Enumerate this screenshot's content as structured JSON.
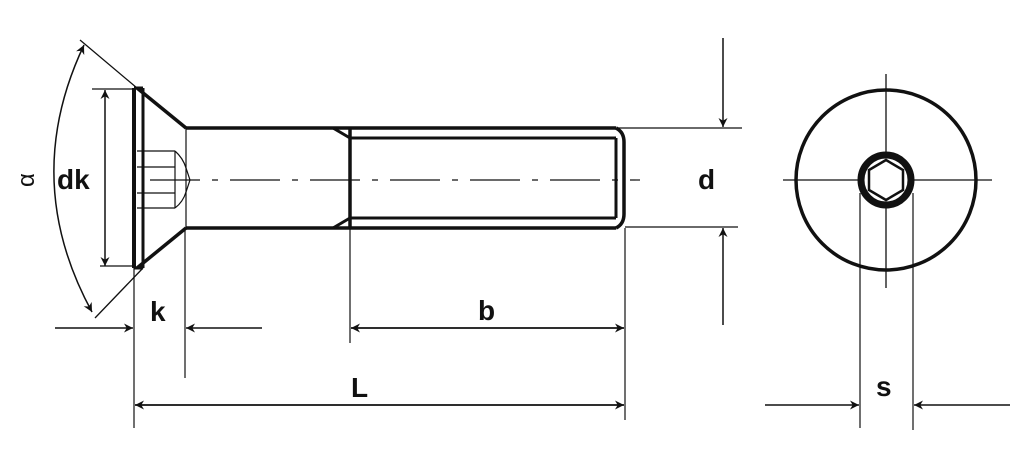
{
  "diagram": {
    "subject": "Countersunk hex socket head cap screw",
    "views": [
      "side-view",
      "end-view"
    ],
    "labels": {
      "alpha": "α",
      "dk": "dk",
      "k": "k",
      "d": "d",
      "b": "b",
      "L": "L",
      "s": "s"
    },
    "colors": {
      "line": "#111111",
      "background": "#ffffff"
    }
  }
}
